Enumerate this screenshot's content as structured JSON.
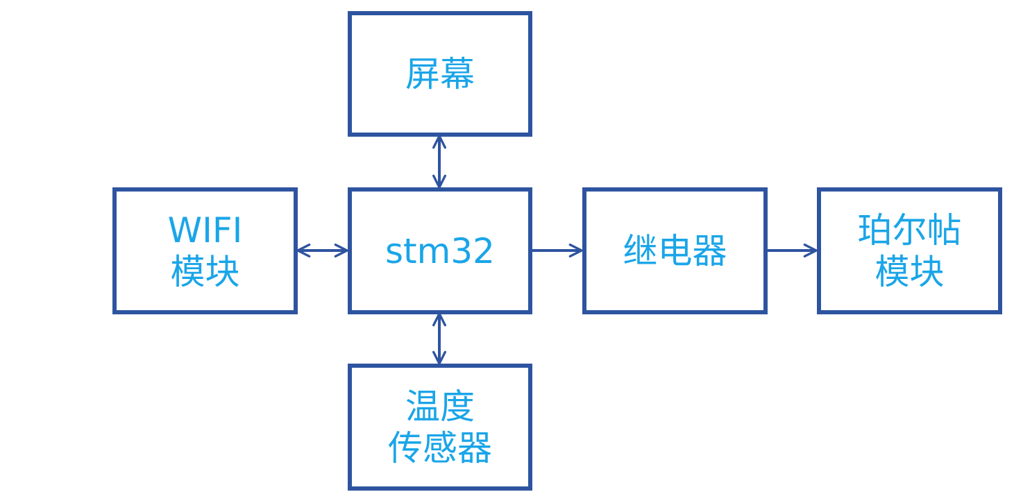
{
  "colors": {
    "box_border": "#2e54a0",
    "text": "#1aa5e8",
    "connector": "#2e54a0",
    "background": "#ffffff"
  },
  "nodes": {
    "screen": {
      "lines": [
        "屏幕"
      ]
    },
    "wifi": {
      "lines": [
        "WIFI",
        "模块"
      ]
    },
    "mcu": {
      "lines": [
        "stm32"
      ]
    },
    "relay": {
      "lines": [
        "继电器"
      ]
    },
    "peltier": {
      "lines": [
        "珀尔帖",
        "模块"
      ]
    },
    "temp_sensor": {
      "lines": [
        "温度",
        "传感器"
      ]
    }
  },
  "edges": [
    {
      "from": "mcu",
      "to": "screen",
      "direction": "bidirectional"
    },
    {
      "from": "wifi",
      "to": "mcu",
      "direction": "bidirectional"
    },
    {
      "from": "mcu",
      "to": "temp_sensor",
      "direction": "bidirectional"
    },
    {
      "from": "mcu",
      "to": "relay",
      "direction": "forward"
    },
    {
      "from": "relay",
      "to": "peltier",
      "direction": "forward"
    }
  ]
}
